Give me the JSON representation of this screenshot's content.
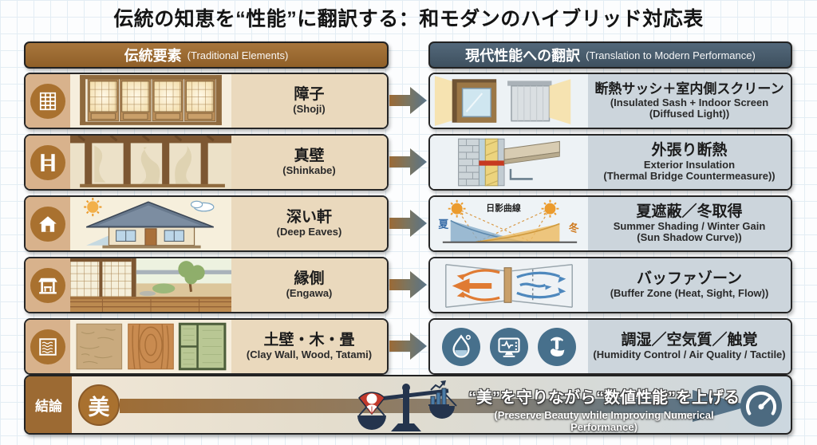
{
  "title": "伝統の知恵を“性能”に翻訳する：和モダンのハイブリッド対応表",
  "columns": {
    "traditional": {
      "jp": "伝統要素",
      "en": "(Traditional Elements)"
    },
    "modern": {
      "jp": "現代性能への翻訳",
      "en": "(Translation to Modern Performance)"
    }
  },
  "rows": [
    {
      "trad_jp": "障子",
      "trad_en": "(Shoji)",
      "mod_jp": "断熱サッシ＋室内側スクリーン",
      "mod_en1": "(Insulated Sash + Indoor Screen",
      "mod_en2": "(Diffused Light))"
    },
    {
      "trad_jp": "真壁",
      "trad_en": "(Shinkabe)",
      "mod_jp": "外張り断熱",
      "mod_en1": "Exterior Insulation",
      "mod_en2": "(Thermal Bridge Countermeasure))"
    },
    {
      "trad_jp": "深い軒",
      "trad_en": "(Deep Eaves)",
      "mod_jp": "夏遮蔽／冬取得",
      "mod_en1": "Summer Shading / Winter Gain",
      "mod_en2": "(Sun Shadow Curve))"
    },
    {
      "trad_jp": "縁側",
      "trad_en": "(Engawa)",
      "mod_jp": "バッファゾーン",
      "mod_en1": "(Buffer Zone (Heat, Sight, Flow))",
      "mod_en2": ""
    },
    {
      "trad_jp": "土壁・木・畳",
      "trad_en": "(Clay Wall, Wood, Tatami)",
      "mod_jp": "調湿／空気質／触覚",
      "mod_en1": "(Humidity Control / Air Quality / Tactile)",
      "mod_en2": ""
    }
  ],
  "sun_diagram": {
    "title": "日影曲線",
    "summer": "夏",
    "winter": "冬"
  },
  "conclusion": {
    "label": "結論",
    "beauty_kanji": "美",
    "statement_jp": "“美”を守りながら“数値性能”を上げる",
    "statement_en": "(Preserve Beauty while Improving Numerical Performance)"
  },
  "colors": {
    "traditional_brown": "#9c6a33",
    "modern_slate": "#475a6b",
    "icon_blue": "#47708c",
    "accent_red": "#c23a2c"
  }
}
